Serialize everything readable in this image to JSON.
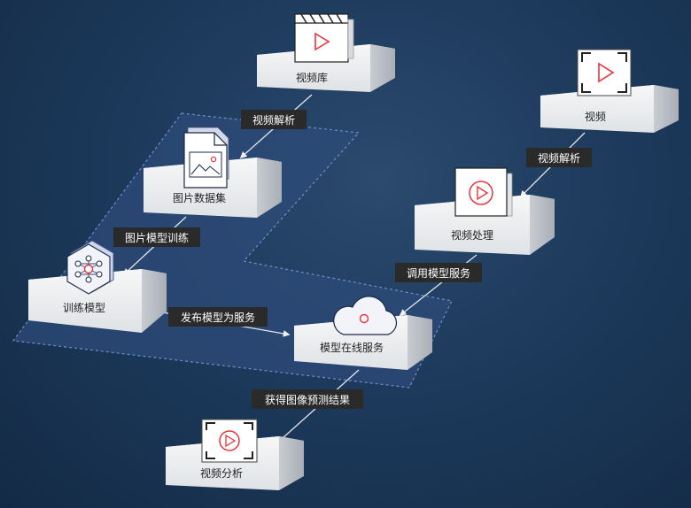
{
  "nodes": {
    "video_library": {
      "label": "视频库",
      "icon": "clapperboard-icon"
    },
    "video": {
      "label": "视频",
      "icon": "video-frame-icon"
    },
    "image_dataset": {
      "label": "图片数据集",
      "icon": "image-document-icon"
    },
    "video_processing": {
      "label": "视频处理",
      "icon": "video-play-icon"
    },
    "train_model": {
      "label": "训练模型",
      "icon": "neural-network-icon"
    },
    "online_model_service": {
      "label": "模型在线服务",
      "icon": "cloud-icon"
    },
    "video_analysis": {
      "label": "视频分析",
      "icon": "video-frame-icon"
    }
  },
  "edges": {
    "parse_to_dataset": "视频解析",
    "parse_video": "视频解析",
    "image_model_training": "图片模型训练",
    "call_model_service": "调用模型服务",
    "publish_as_service": "发布模型为服务",
    "get_prediction_result": "获得图像预测结果"
  },
  "colors": {
    "accent_red": "#e8343b",
    "platform_top": "#f2f2f2",
    "label_bg": "#2a2a2a",
    "region_fill": "#2c4b78"
  }
}
